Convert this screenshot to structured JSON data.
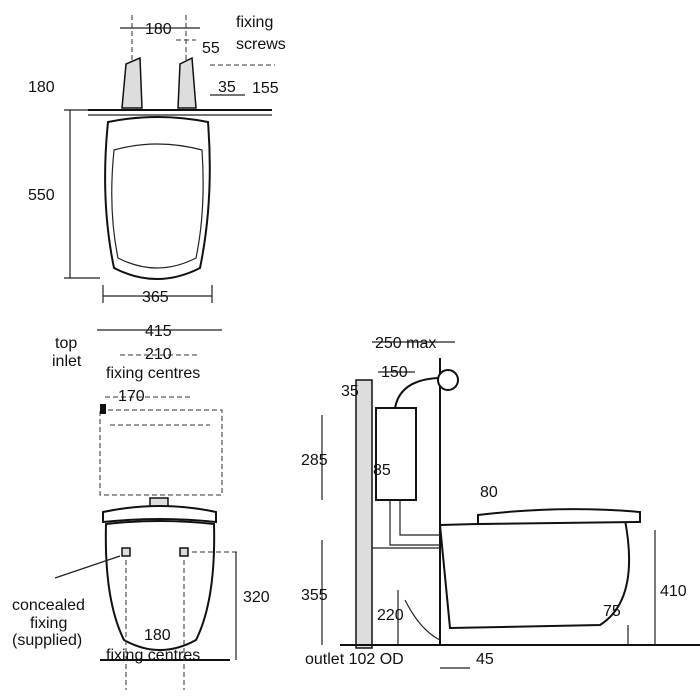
{
  "top_view": {
    "dim_180_top": "180",
    "dim_55": "55",
    "fixing_screws_1": "fixing",
    "fixing_screws_2": "screws",
    "dim_180_left": "180",
    "dim_35": "35",
    "dim_155": "155",
    "dim_550": "550",
    "dim_365": "365"
  },
  "front_view": {
    "dim_415": "415",
    "top_inlet_1": "top",
    "top_inlet_2": "inlet",
    "dim_210": "210",
    "fixing_centres_top": "fixing centres",
    "dim_170": "170",
    "concealed_1": "concealed",
    "concealed_2": "fixing",
    "concealed_3": "(supplied)",
    "dim_320": "320",
    "dim_180_bottom": "180",
    "fixing_centres_bottom": "fixing centres"
  },
  "side_view": {
    "dim_250": "250 max",
    "dim_150": "150",
    "dim_35": "35",
    "dim_285": "285",
    "dim_85": "85",
    "dim_80": "80",
    "dim_355": "355",
    "dim_220": "220",
    "dim_410": "410",
    "dim_75": "75",
    "outlet": "outlet 102 OD",
    "dim_45": "45"
  }
}
